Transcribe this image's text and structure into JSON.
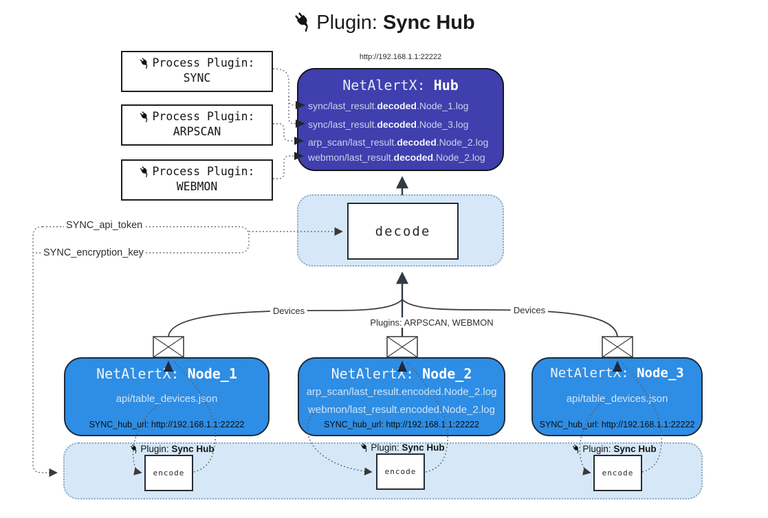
{
  "title": {
    "prefix": "Plugin:",
    "product": "Sync Hub"
  },
  "hub": {
    "url": "http://192.168.1.1:22222",
    "name_prefix": "NetAlertX:",
    "name": "Hub",
    "lines": [
      {
        "pre": "sync/last_result.",
        "bold": "decoded",
        "post": ".Node_1.log"
      },
      {
        "pre": "sync/last_result.",
        "bold": "decoded",
        "post": ".Node_3.log"
      },
      {
        "pre": "arp_scan/last_result.",
        "bold": "decoded",
        "post": ".Node_2.log"
      },
      {
        "pre": "webmon/last_result.",
        "bold": "decoded",
        "post": ".Node_2.log"
      }
    ]
  },
  "process_plugins": [
    {
      "label": "Process Plugin:",
      "name": "SYNC"
    },
    {
      "label": "Process Plugin:",
      "name": "ARPSCAN"
    },
    {
      "label": "Process Plugin:",
      "name": "WEBMON"
    }
  ],
  "decode_label": "decode",
  "settings": {
    "api_token": "SYNC_api_token",
    "encryption_key": "SYNC_encryption_key"
  },
  "edge_labels": {
    "devices_left": "Devices",
    "devices_right": "Devices",
    "plugins": "Plugins: ARPSCAN, WEBMON"
  },
  "nodes": [
    {
      "name_prefix": "NetAlertX:",
      "name": "Node_1",
      "files": [
        "api/table_devices.json"
      ],
      "hub_url": "SYNC_hub_url: http://192.168.1.1:22222"
    },
    {
      "name_prefix": "NetAlertX:",
      "name": "Node_2",
      "files": [
        "arp_scan/last_result.encoded.Node_2.log",
        "webmon/last_result.encoded.Node_2.log"
      ],
      "hub_url": "SYNC_hub_url: http://192.168.1.1:22222"
    },
    {
      "name_prefix": "NetAlertX:",
      "name": "Node_3",
      "files": [
        "api/table_devices.json"
      ],
      "hub_url": "SYNC_hub_url: http://192.168.1.1:22222"
    }
  ],
  "encoder": {
    "plugin_prefix": "Plugin:",
    "plugin_name": "Sync Hub",
    "box_label": "encode"
  },
  "colors": {
    "hub_fill": "#3f3fae",
    "node_fill": "#2e8de4",
    "panel_fill": "#d6e8f8",
    "arrow_dark": "#2f3b47",
    "dotted_line": "#666666"
  }
}
